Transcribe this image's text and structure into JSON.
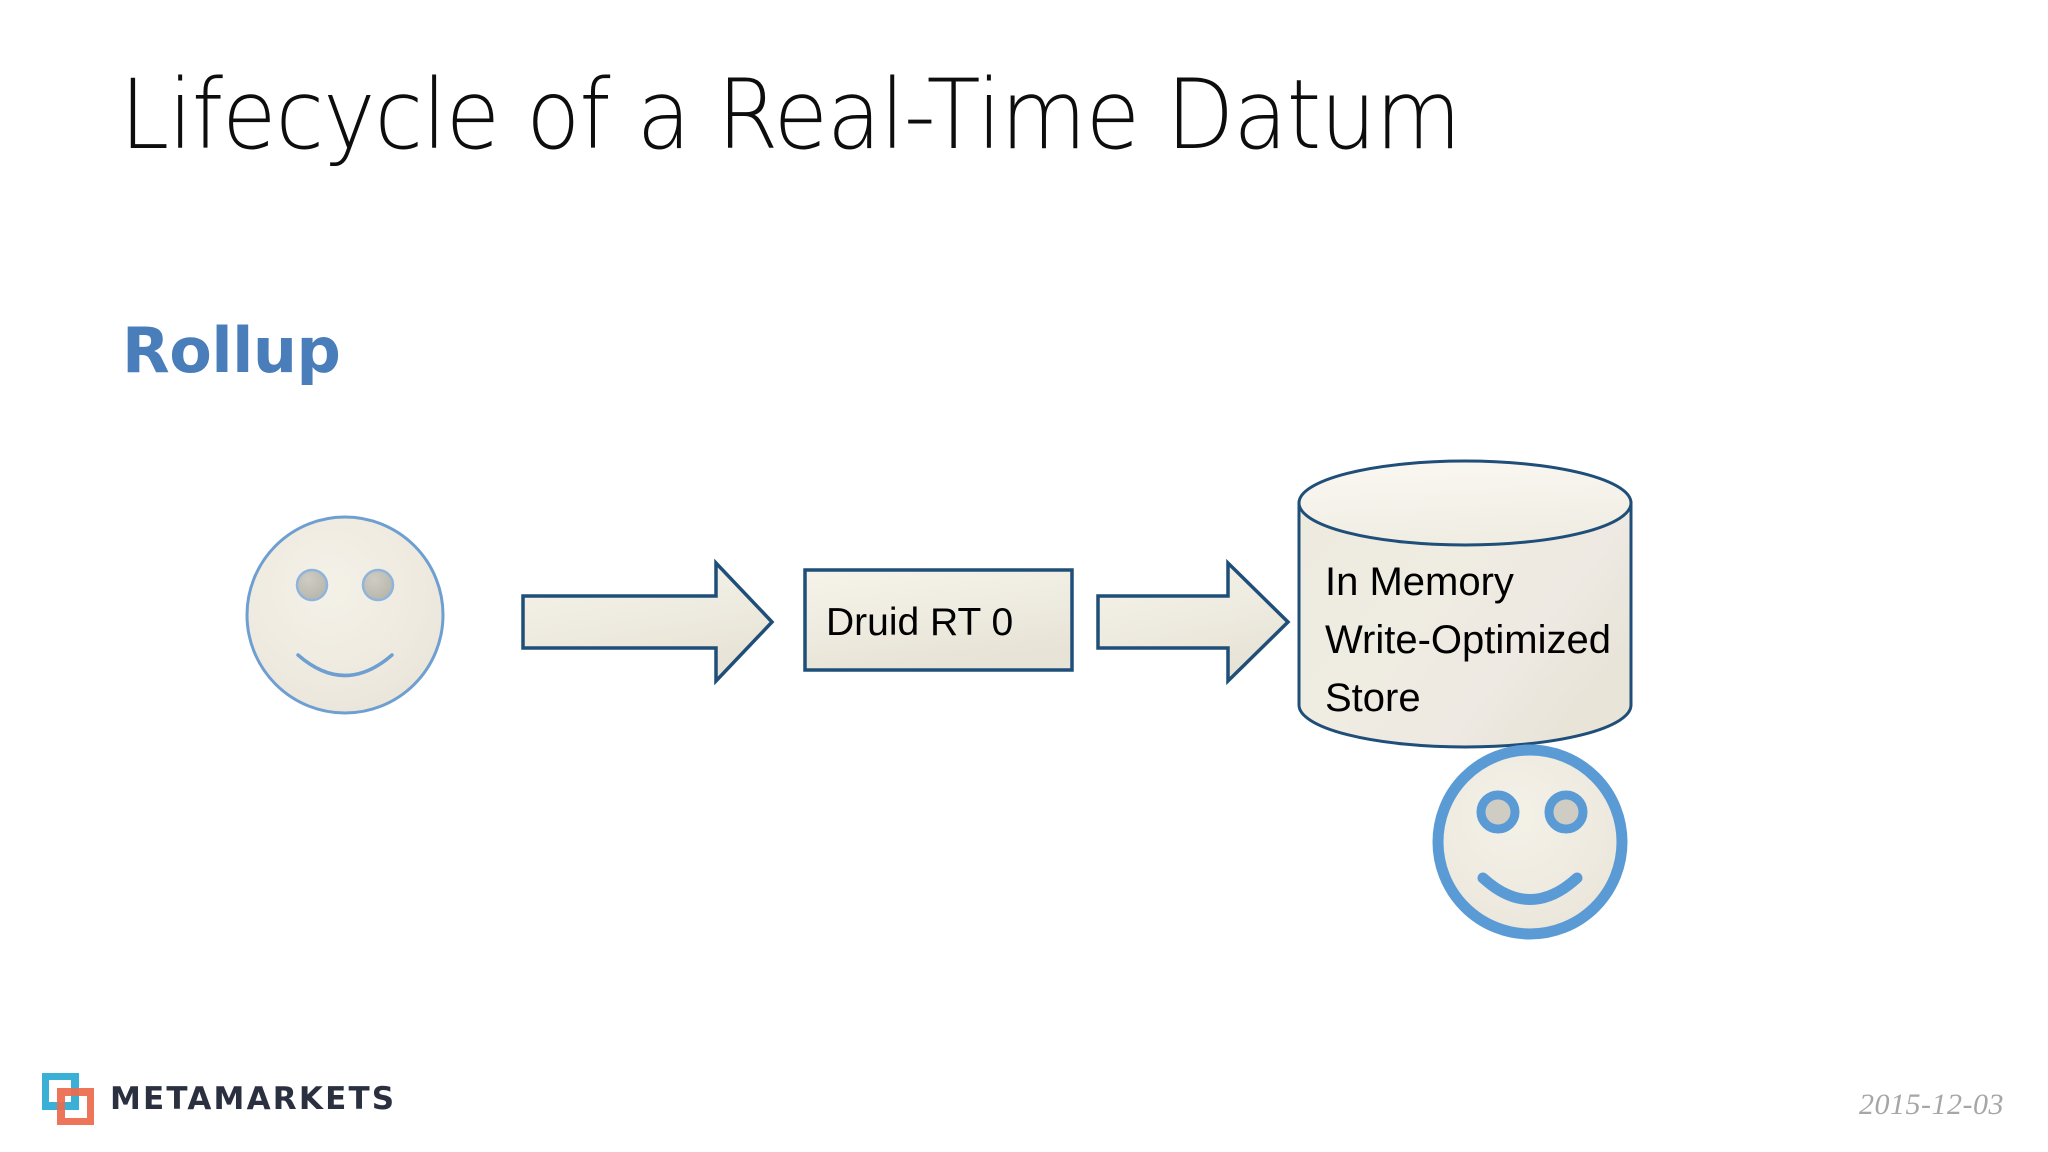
{
  "slide": {
    "title": "Lifecycle of a Real-Time Datum",
    "section_heading": "Rollup",
    "background_color": "#ffffff",
    "heading_color": "#4a7ebb"
  },
  "diagram": {
    "type": "flow",
    "shape_fill": "#edeadf",
    "shape_stroke": "#1f4e79",
    "accent_blue": "#5b9bd5",
    "nodes": [
      {
        "id": "source-user",
        "kind": "smiley",
        "style": "thin-outline",
        "label": ""
      },
      {
        "id": "druid-rt-0",
        "kind": "process-box",
        "label": "Druid RT 0"
      },
      {
        "id": "in-memory-store",
        "kind": "cylinder",
        "label_lines": [
          "In Memory",
          "Write-Optimized",
          "Store"
        ]
      },
      {
        "id": "result-user",
        "kind": "smiley",
        "style": "thick-blue-outline",
        "label": ""
      }
    ],
    "arrows": [
      {
        "id": "arrow-source-to-druid",
        "from": "source-user",
        "to": "druid-rt-0"
      },
      {
        "id": "arrow-druid-to-store",
        "from": "druid-rt-0",
        "to": "in-memory-store"
      }
    ]
  },
  "footer": {
    "logo_text": "METAMARKETS",
    "logo_square_teal": "#3bb0d6",
    "logo_square_orange": "#ec6a4c",
    "date": "2015-12-03"
  }
}
